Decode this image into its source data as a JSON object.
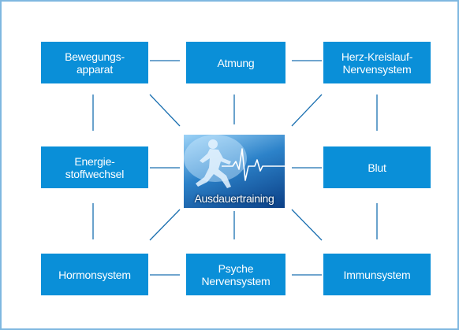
{
  "diagram": {
    "center": {
      "label": "Ausdauertraining"
    },
    "boxes": {
      "bewegungsapparat": "Bewegungs-\napparat",
      "atmung": "Atmung",
      "herz_kreislauf": "Herz-Kreislauf-\nNervensystem",
      "energiestoffwechsel": "Energie-\nstoffwechsel",
      "blut": "Blut",
      "hormonsystem": "Hormonsystem",
      "psyche": "Psyche\nNervensystem",
      "immunsystem": "Immunsystem"
    },
    "colors": {
      "box_fill": "#0a8fd8",
      "connector": "#1a6fb0",
      "frame_border": "#7fb8e0"
    }
  }
}
